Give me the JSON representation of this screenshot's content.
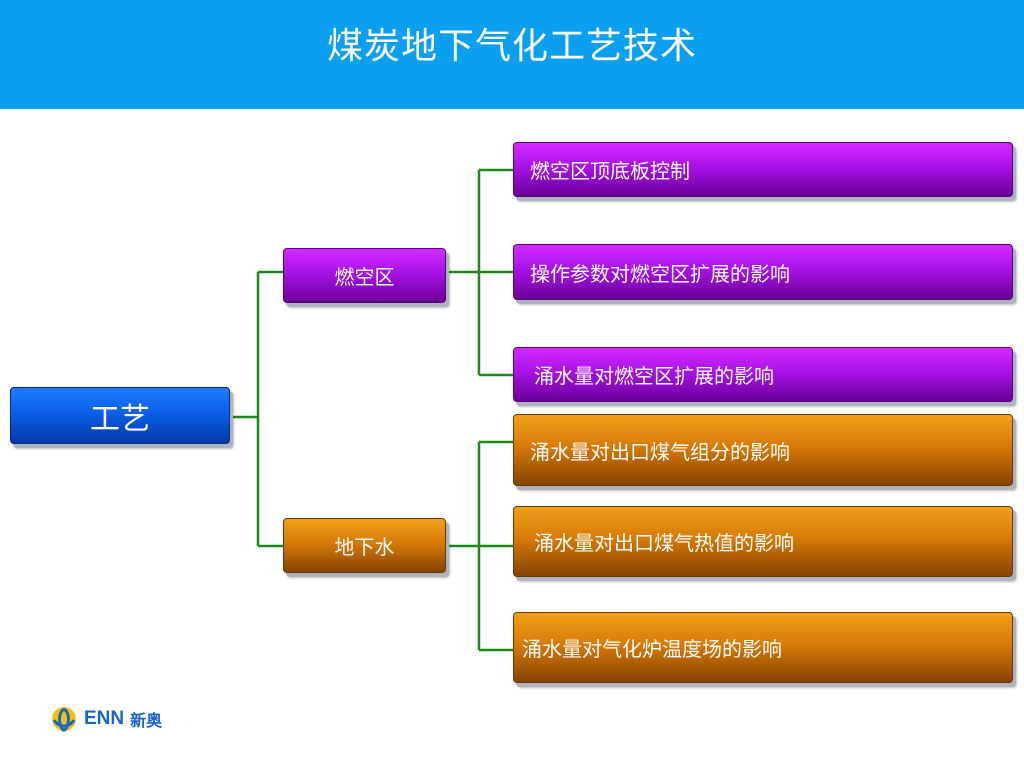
{
  "title": "煤炭地下气化工艺技术",
  "root": {
    "label": "工艺"
  },
  "branches": [
    {
      "label": "燃空区",
      "color": "purple",
      "children": [
        "燃空区顶底板控制",
        "操作参数对燃空区扩展的影响",
        "涌水量对燃空区扩展的影响"
      ]
    },
    {
      "label": "地下水",
      "color": "orange",
      "children": [
        "涌水量对出口煤气组分的影响",
        "涌水量对出口煤气热值的影响",
        "涌水量对气化炉温度场的影响"
      ]
    }
  ],
  "logo": {
    "text": "ENN",
    "cn": "新奥"
  },
  "colors": {
    "header": "#0a9ff0",
    "root": "#0b5fe6",
    "purple": "#a812e6",
    "orange": "#d87a08",
    "connector": "#1a8a1a"
  }
}
